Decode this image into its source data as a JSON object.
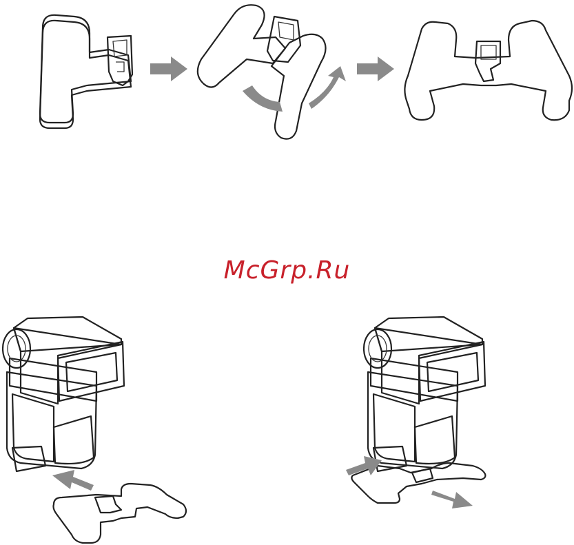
{
  "watermark": {
    "text": "McGrp.Ru",
    "color": "#c8202a"
  },
  "colors": {
    "stand_fill": "#e6e6e6",
    "stand_edge": "#f2f2f2",
    "outline": "#222222",
    "arrow": "#8a8a8a",
    "flash_body": "#b9b9b9",
    "flash_dark": "#7a7a7a",
    "flash_light": "#ececec"
  },
  "steps": [
    {
      "id": "stand-folded",
      "icon": "mini-stand-folded-icon"
    },
    {
      "id": "stand-unfolding",
      "icon": "mini-stand-unfolding-icon"
    },
    {
      "id": "stand-open",
      "icon": "mini-stand-open-icon"
    },
    {
      "id": "flash-attaching",
      "icon": "speedlite-attach-icon"
    },
    {
      "id": "flash-mounted",
      "icon": "speedlite-mounted-icon"
    }
  ]
}
